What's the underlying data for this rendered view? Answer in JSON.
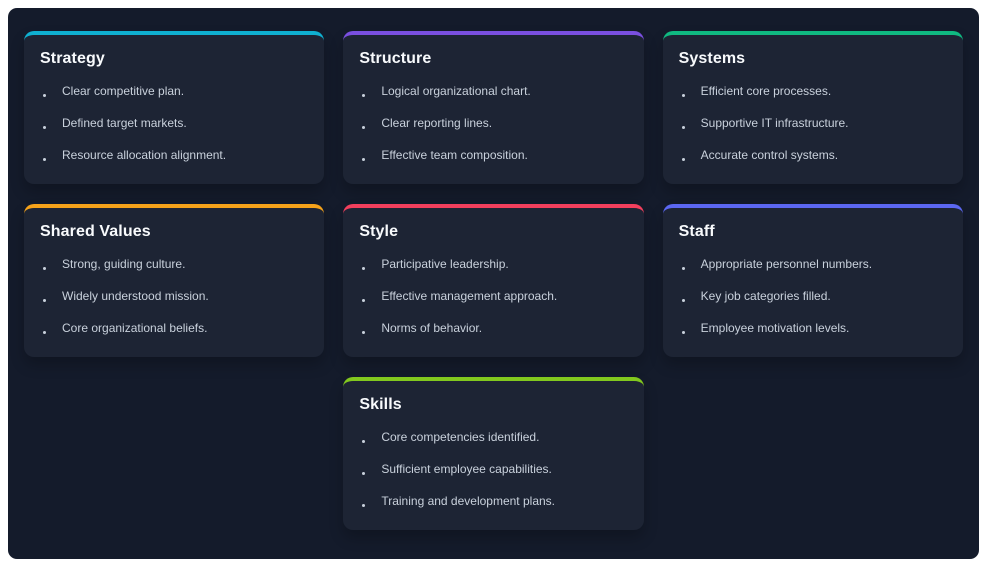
{
  "board": {
    "colors": {
      "outer_bg": "#ffffff",
      "page_bg": "#141b2b",
      "card_bg": "#1d2434",
      "title_text": "#f8fafc",
      "item_text": "#c9d1dc"
    },
    "cards": [
      {
        "title": "Strategy",
        "accent": "#0fb0d1",
        "items": [
          "Clear competitive plan.",
          "Defined target markets.",
          "Resource allocation alignment."
        ]
      },
      {
        "title": "Structure",
        "accent": "#7a4fe0",
        "items": [
          "Logical organizational chart.",
          "Clear reporting lines.",
          "Effective team composition."
        ]
      },
      {
        "title": "Systems",
        "accent": "#10b981",
        "items": [
          "Efficient core processes.",
          "Supportive IT infrastructure.",
          "Accurate control systems."
        ]
      },
      {
        "title": "Shared Values",
        "accent": "#f5a21a",
        "items": [
          "Strong, guiding culture.",
          "Widely understood mission.",
          "Core organizational beliefs."
        ]
      },
      {
        "title": "Style",
        "accent": "#f23f5d",
        "items": [
          "Participative leadership.",
          "Effective management approach.",
          "Norms of behavior."
        ]
      },
      {
        "title": "Staff",
        "accent": "#5b67f2",
        "items": [
          "Appropriate personnel numbers.",
          "Key job categories filled.",
          "Employee motivation levels."
        ]
      },
      {
        "title": "Skills",
        "accent": "#82c81e",
        "items": [
          "Core competencies identified.",
          "Sufficient employee capabilities.",
          "Training and development plans."
        ]
      }
    ]
  }
}
